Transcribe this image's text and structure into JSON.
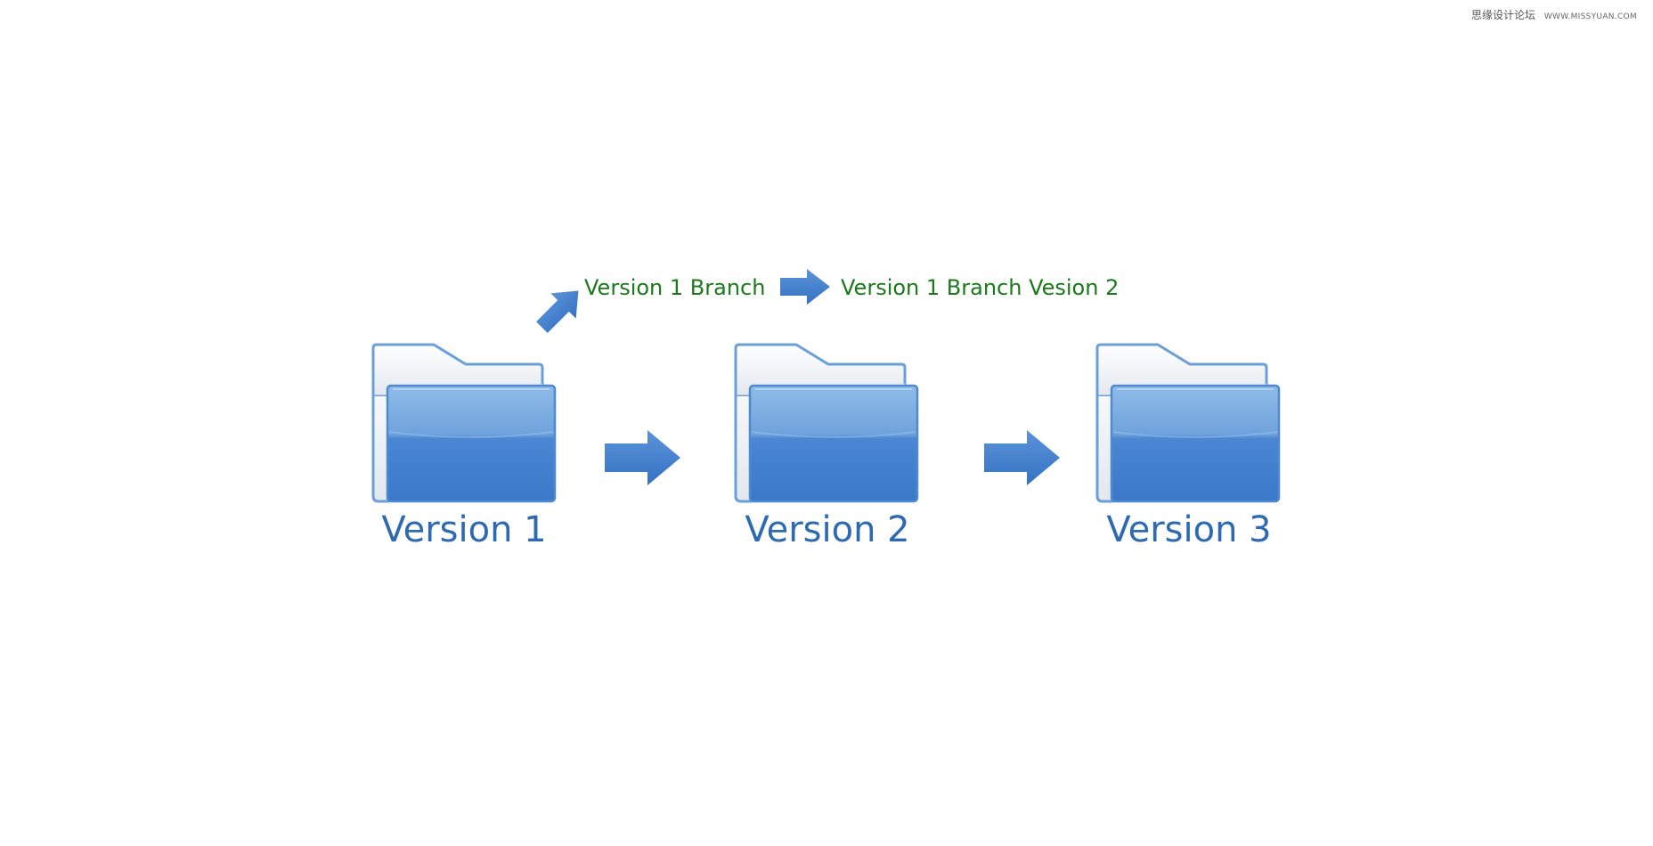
{
  "watermark": {
    "text": "思缘设计论坛",
    "url": "WWW.MISSYUAN.COM"
  },
  "nodes": [
    {
      "label": "Version 1",
      "icon": "folder-icon"
    },
    {
      "label": "Version 2",
      "icon": "folder-icon"
    },
    {
      "label": "Version 3",
      "icon": "folder-icon"
    }
  ],
  "branch": {
    "nodes": [
      {
        "label": "Version 1 Branch"
      },
      {
        "label": "Version 1 Branch Vesion 2"
      }
    ]
  },
  "colors": {
    "arrow": "#3f7ccc",
    "main_label": "#2e6ab1",
    "branch_label": "#1a7a1a",
    "folder_front_top": "#7fb0e4",
    "folder_front_bottom": "#3f7fcf",
    "folder_back": "#f2f4f7",
    "folder_outline": "#6a9fd8"
  }
}
